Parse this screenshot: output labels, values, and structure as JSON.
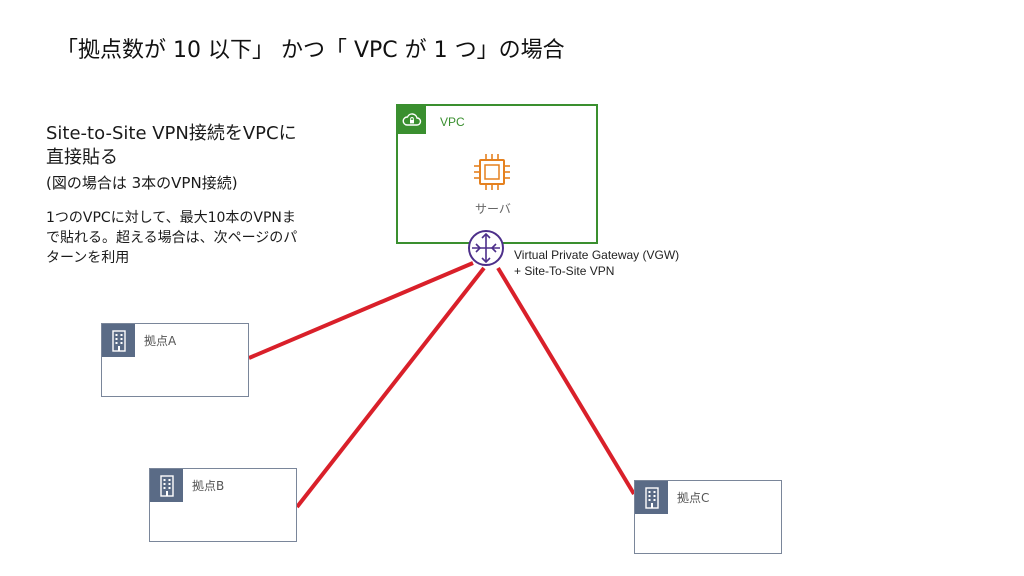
{
  "title": "「拠点数が 10 以下」 かつ「 VPC が 1 つ」の場合",
  "description": {
    "heading_line1": "Site-to-Site VPN接続をVPCに",
    "heading_line2": "直接貼る",
    "subheading": "(図の場合は 3本のVPN接続)",
    "note_line1": "1つのVPCに対して、最大10本のVPNま",
    "note_line2": "で貼れる。超える場合は、次ページのパ",
    "note_line3": "ターンを利用"
  },
  "vpc": {
    "label": "VPC",
    "server_label": "サーバ",
    "border_color": "#3a8f2f"
  },
  "vgw": {
    "label_line1": "Virtual Private Gateway (VGW)",
    "label_line2": "+ Site-To-Site VPN",
    "icon_color": "#4d2f8a"
  },
  "sites": [
    {
      "label": "拠点A"
    },
    {
      "label": "拠点B"
    },
    {
      "label": "拠点C"
    }
  ],
  "connection_color": "#d9202a",
  "icons": {
    "vpc": "cloud-lock-icon",
    "server": "chip-icon",
    "gateway": "router-icon",
    "site": "building-icon"
  }
}
